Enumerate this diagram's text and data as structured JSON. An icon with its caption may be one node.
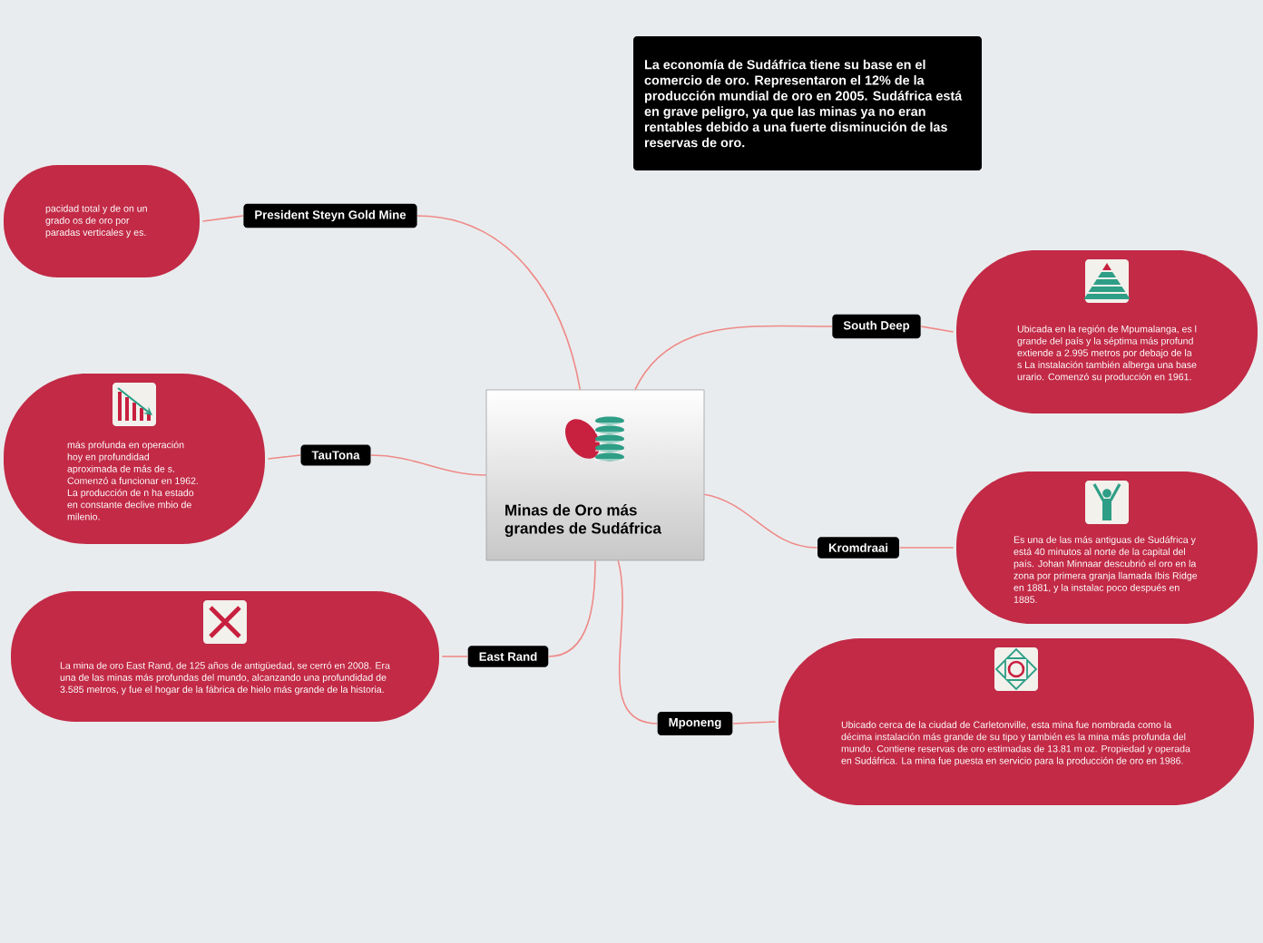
{
  "diagram": {
    "nodes": [
      {
        "text": [
          "Minas de Oro más grandes de Sudáfrica"
        ]
      },
      {
        "text": [
          "La economía de Sudáfrica tiene su base en el comercio de oro. Representaron el 12% de la producción mundial de oro en 2005. Sudáfrica está en grave peligro, ya que las minas ya no eran rentables debido a una fuerte disminución de las reservas de oro."
        ]
      },
      {
        "text": [
          "President Steyn Gold Mine"
        ]
      },
      {
        "text": [
          "pacidad total y de on un grado os de oro por paradas verticales y es."
        ]
      },
      {
        "text": [
          "TauTona"
        ]
      },
      {
        "text": [
          "más profunda en operación hoy en profundidad aproximada de más de s. Comenzó a funcionar en 1962. La producción de n ha estado en constante declive mbio de milenio."
        ]
      },
      {
        "text": [
          "East Rand"
        ]
      },
      {
        "text": [
          "La mina de oro East Rand, de 125 años de antigüedad, se cerró en 2008. Era una de las minas más profundas del mundo, alcanzando una profundidad de 3.585 metros, y fue el hogar de la fábrica de hielo más grande de la historia."
        ]
      },
      {
        "text": [
          "South Deep"
        ]
      },
      {
        "text": [
          "Ubicada en la región de Mpumalanga, es l grande del país y la séptima más profund extiende a 2.995 metros por debajo de la s La instalación también alberga una base urario. Comenzó su producción en 1961."
        ]
      },
      {
        "text": [
          "Kromdraai"
        ]
      },
      {
        "text": [
          "Es una de las más antiguas de Sudáfrica y está 40 minutos al norte de la capital del país. Johan Minnaar descubrió el oro en la zona por primera granja llamada Ibis Ridge en 1881, y la instalac poco después en 1885."
        ]
      },
      {
        "text": [
          "Mponeng"
        ]
      },
      {
        "text": [
          "Ubicado cerca de la ciudad de Carletonville, esta mina fue nombrada como la décima instalación más grande de su tipo y también es la mina más profunda del mundo. Contiene reservas de oro estimadas de 13.81 m oz. Propiedad y operada en Sudáfrica. La mina fue puesta en servicio para la producción de oro en 1986."
        ]
      }
    ],
    "edges": [
      {
        "from": 0,
        "to": 2,
        "arrow": "none"
      },
      {
        "from": 2,
        "to": 3,
        "arrow": "none"
      },
      {
        "from": 0,
        "to": 4,
        "arrow": "none"
      },
      {
        "from": 4,
        "to": 5,
        "arrow": "none"
      },
      {
        "from": 0,
        "to": 6,
        "arrow": "none"
      },
      {
        "from": 6,
        "to": 7,
        "arrow": "none"
      },
      {
        "from": 0,
        "to": 8,
        "arrow": "none"
      },
      {
        "from": 8,
        "to": 9,
        "arrow": "none"
      },
      {
        "from": 0,
        "to": 10,
        "arrow": "none"
      },
      {
        "from": 10,
        "to": 11,
        "arrow": "none"
      },
      {
        "from": 0,
        "to": 12,
        "arrow": "none"
      },
      {
        "from": 12,
        "to": 13,
        "arrow": "none"
      }
    ]
  }
}
